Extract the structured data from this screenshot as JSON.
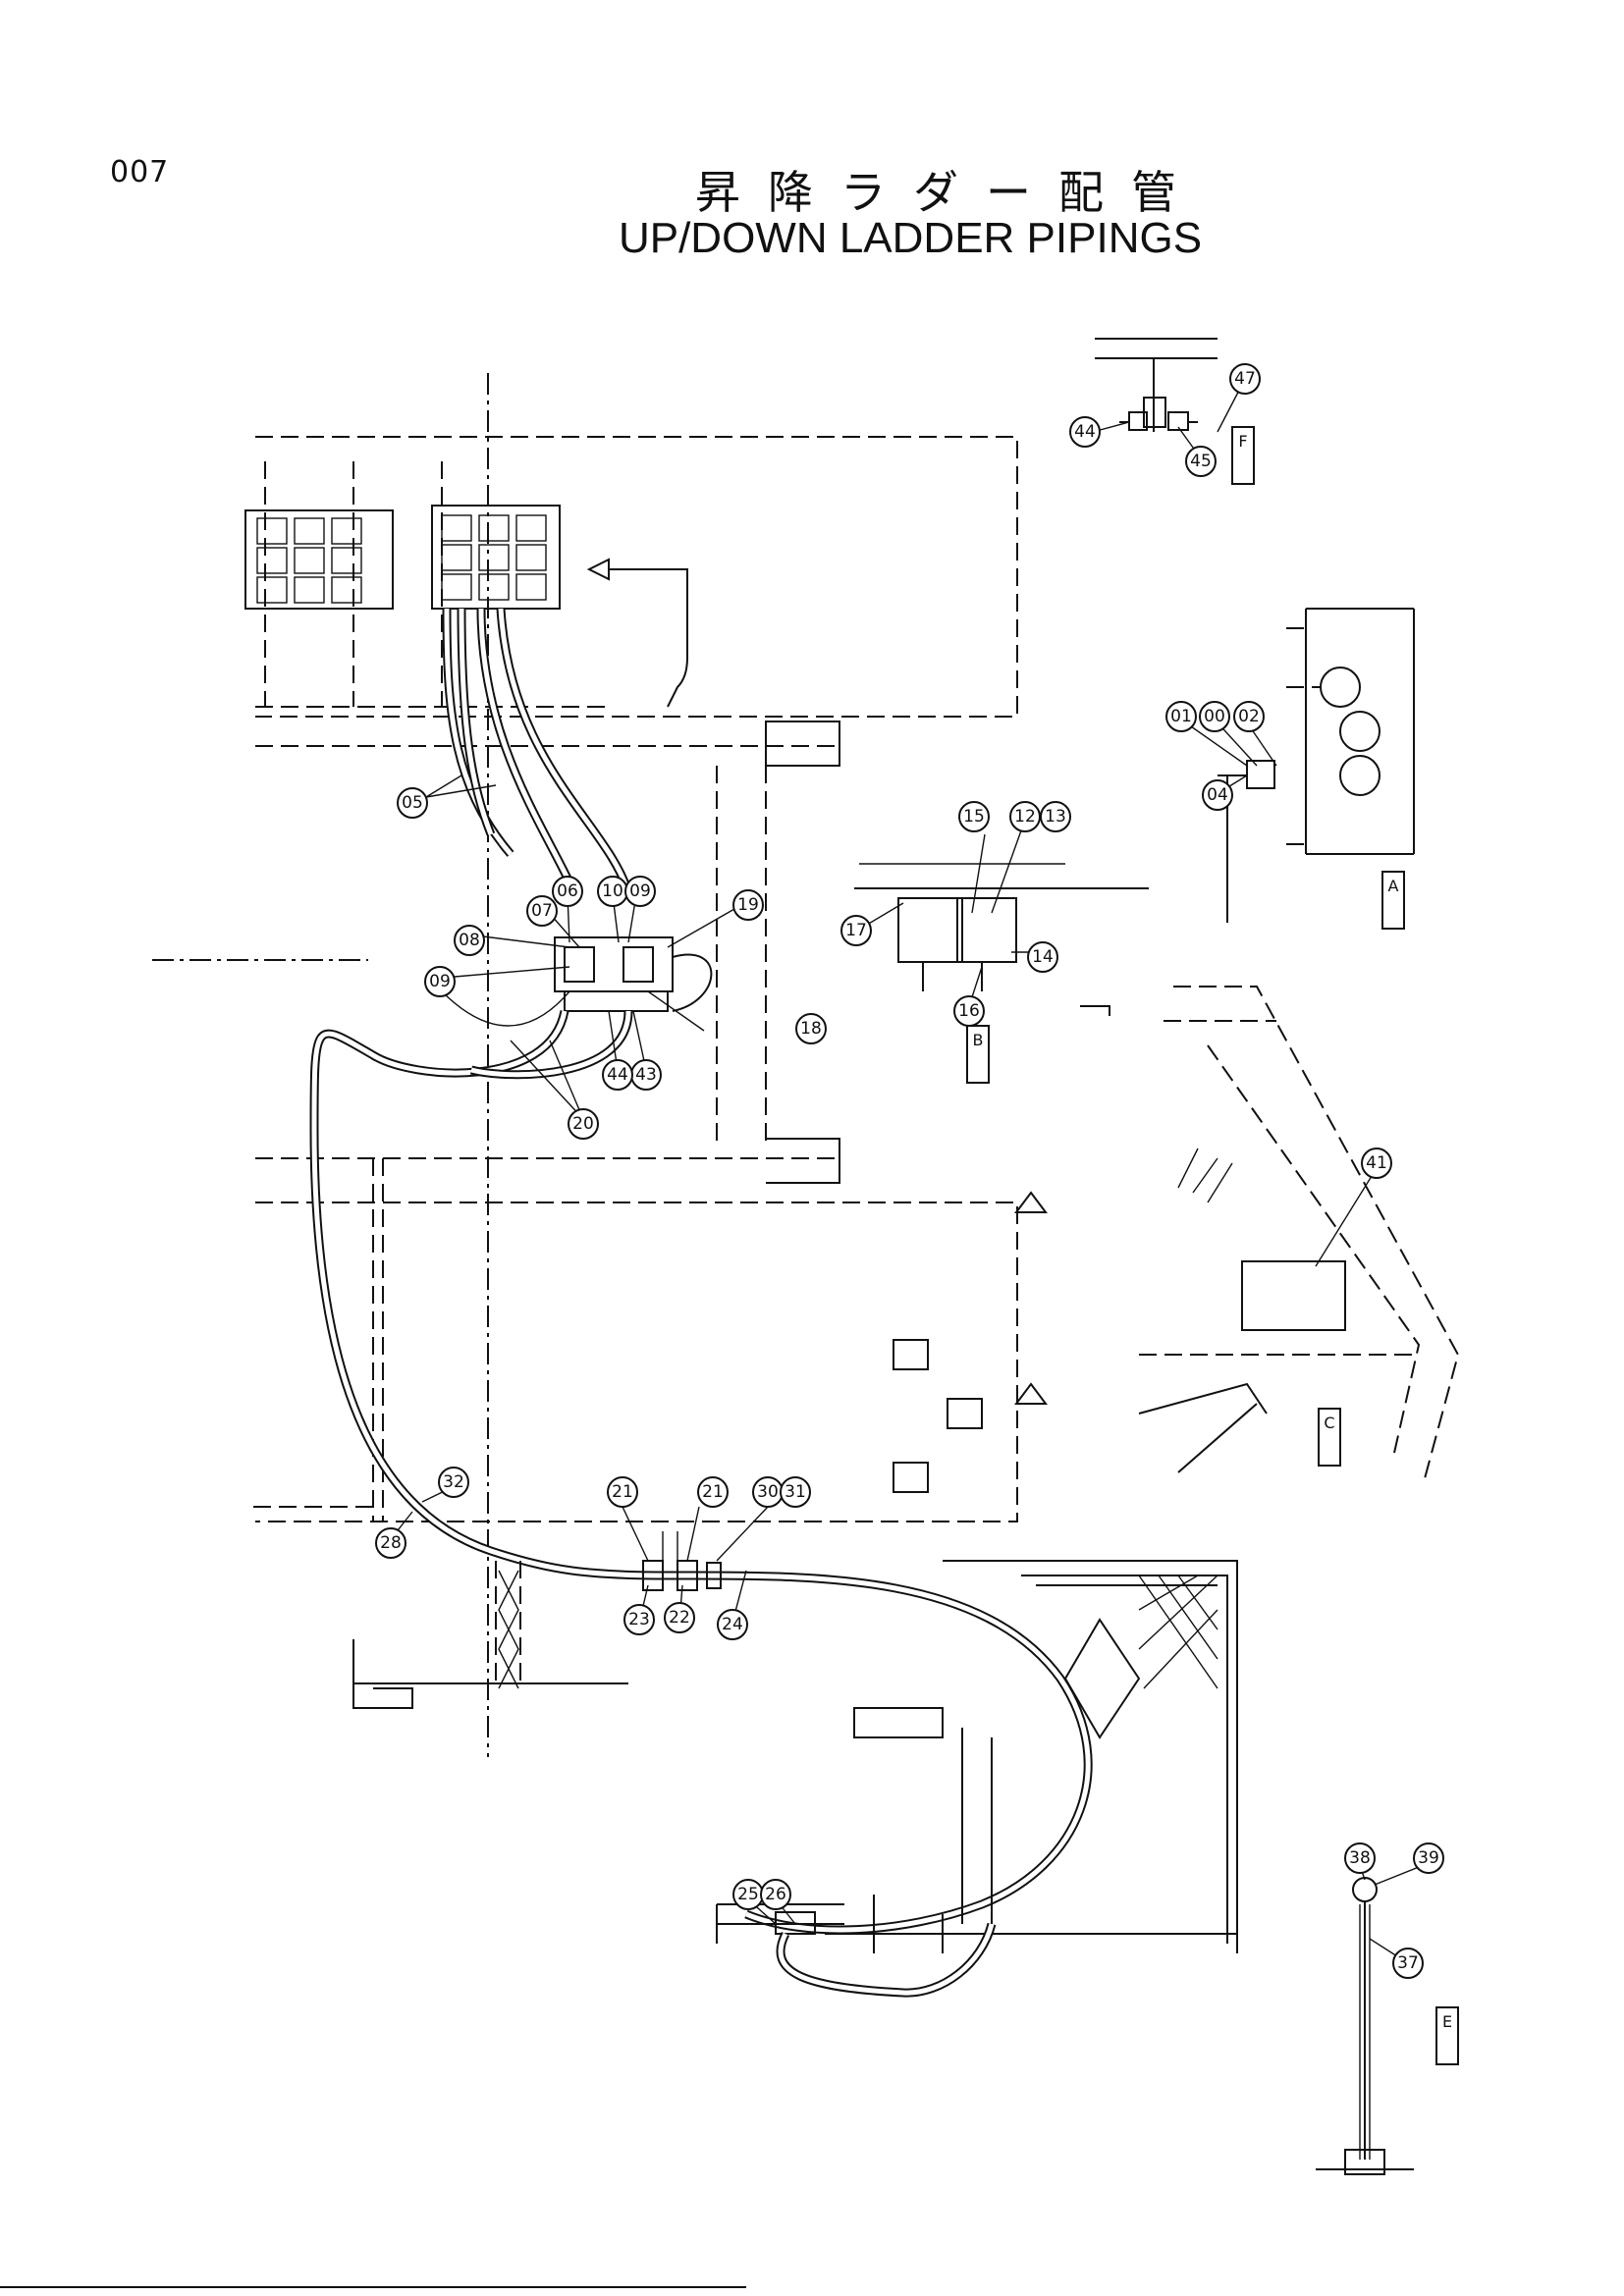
{
  "page_number": "007",
  "title_jp": "昇降ラダー配管",
  "title_en": "UP/DOWN LADDER PIPINGS",
  "callouts": [
    "01",
    "00",
    "02",
    "04",
    "05",
    "06",
    "07",
    "08",
    "09",
    "10",
    "09",
    "19",
    "12",
    "13",
    "14",
    "15",
    "16",
    "17",
    "18",
    "20",
    "21",
    "21",
    "22",
    "23",
    "24",
    "25",
    "26",
    "28",
    "30",
    "31",
    "32",
    "37",
    "38",
    "39",
    "41",
    "43",
    "44",
    "44",
    "45",
    "47"
  ],
  "views": [
    "A",
    "B",
    "C",
    "E",
    "F"
  ]
}
